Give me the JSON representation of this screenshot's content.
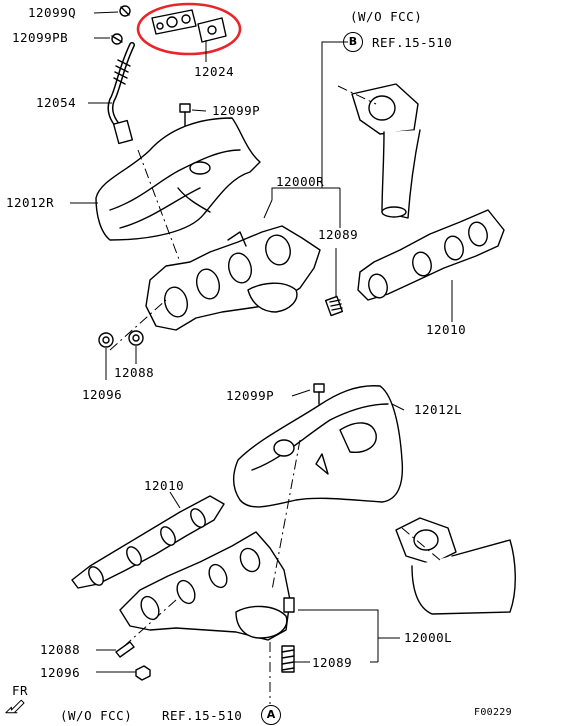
{
  "labels": {
    "p12099q": "12099Q",
    "p12099pb": "12099PB",
    "p12024": "12024",
    "p12054": "12054",
    "p12099p_top": "12099P",
    "p12012r": "12012R",
    "p12000r": "12000R",
    "p12089_top": "12089",
    "p12010_right": "12010",
    "p12096_top": "12096",
    "p12088_top": "12088",
    "p12099p_mid": "12099P",
    "p12012l": "12012L",
    "p12010_left": "12010",
    "p12000l": "12000L",
    "p12088_bot": "12088",
    "p12096_bot": "12096",
    "p12089_bot": "12089"
  },
  "refs": {
    "top_note": "(W/O FCC)",
    "top_ref_letter": "B",
    "top_ref": "REF.15-510",
    "bottom_note": "(W/O FCC)",
    "bottom_ref": "REF.15-510",
    "bottom_ref_letter": "A"
  },
  "fr": "FR",
  "figure_code": "F00229",
  "colors": {
    "highlight": "#e8262a",
    "line": "#000000",
    "fill": "#ffffff"
  }
}
